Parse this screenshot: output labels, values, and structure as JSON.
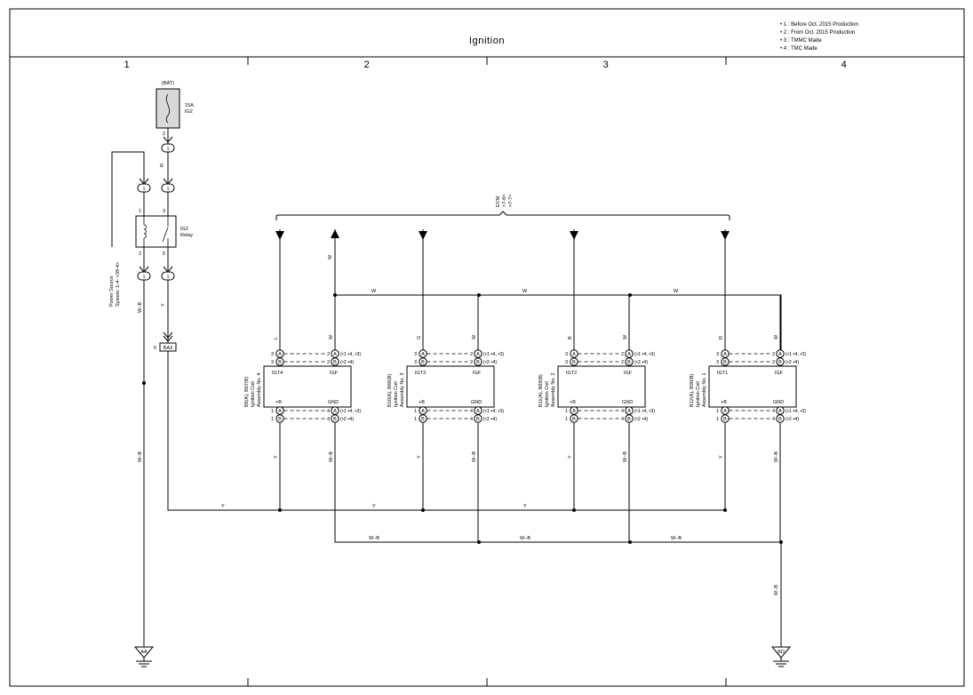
{
  "title": "Ignition",
  "notes": [
    "• 1 : Before Oct.  2015 Production",
    "• 2 : From Oct.  2015 Production",
    "• 3 : TMMC Made",
    "• 4 : TMC Made"
  ],
  "columns": [
    "1",
    "2",
    "3",
    "4"
  ],
  "fuse": {
    "source": "(BAT)",
    "rating": "15A",
    "name": "IG2"
  },
  "relay": {
    "name_line1": "IG2",
    "name_line2": "Relay",
    "pin1": "1",
    "pin2": "2",
    "pin3": "3",
    "pin5": "5"
  },
  "fuse_pin": "2",
  "inline_label": "1",
  "power_source_line1": "Power Source",
  "power_source_line2": "System: 1-4- <39-4>",
  "connector_ba3": {
    "pin": "5",
    "name": "BA3"
  },
  "ecm": {
    "name": "ECM",
    "ref1": "<7-8>",
    "ref2": "<7-7>"
  },
  "wires": {
    "R": "R",
    "W": "W",
    "Y": "Y",
    "WB": "W−B",
    "L": "L",
    "G": "G",
    "B": "B"
  },
  "grounds": {
    "left": "AA",
    "right": "BD"
  },
  "conn_letters": {
    "a": "A",
    "b": "B"
  },
  "notes_short": {
    "n1": "(•1 •4, •3)",
    "n2": "(•2 •4)"
  },
  "pins": {
    "p1": "1",
    "p2": "2",
    "p3": "3",
    "p4": "4"
  },
  "coils": [
    {
      "code": "B6(A), B67(B)",
      "name1": "Ignition Coil",
      "name2": "Assembly No. 4",
      "igt": "IGT4",
      "igt_wire": "L"
    },
    {
      "code": "B10(A), B68(B)",
      "name1": "Ignition Coil",
      "name2": "Assembly No. 3",
      "igt": "IGT3",
      "igt_wire": "G"
    },
    {
      "code": "B11(A), B69(B)",
      "name1": "Ignition Coil",
      "name2": "Assembly No. 2",
      "igt": "IGT2",
      "igt_wire": "B"
    },
    {
      "code": "B12(A), B90(B)",
      "name1": "Ignition Coil",
      "name2": "Assembly No. 1",
      "igt": "IGT1",
      "igt_wire": "R"
    }
  ],
  "coil_labels": {
    "igf": "IGF",
    "plus_b": "+B",
    "gnd": "GND"
  }
}
